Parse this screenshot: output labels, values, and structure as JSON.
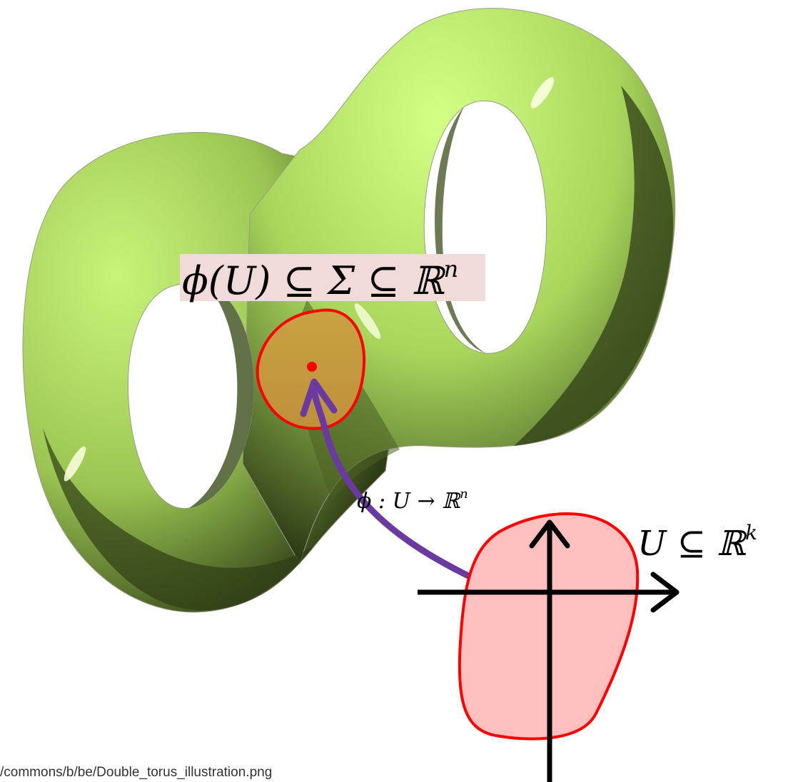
{
  "labels": {
    "top_formula": "ϕ(U) ⊆ Σ ⊆ ℝ",
    "top_formula_exp": "n",
    "map_formula": "ϕ : U → ℝ",
    "map_formula_exp": "n",
    "domain_formula": "U ⊆ ℝ",
    "domain_formula_exp": "k"
  },
  "footer": {
    "source_path": "/commons/b/be/Double_torus_illustration.png"
  },
  "colors": {
    "surface_light": "#c8f27a",
    "surface_mid": "#8fb84a",
    "surface_dark": "#3a4a1e",
    "patch_fill_top": "#c59a3a",
    "patch_fill_bottom": "#f4b8b8",
    "outline_red": "#ff0000",
    "arrow_purple": "#6b3aa0",
    "label_bg": "#f0dada",
    "axes": "#000000"
  }
}
